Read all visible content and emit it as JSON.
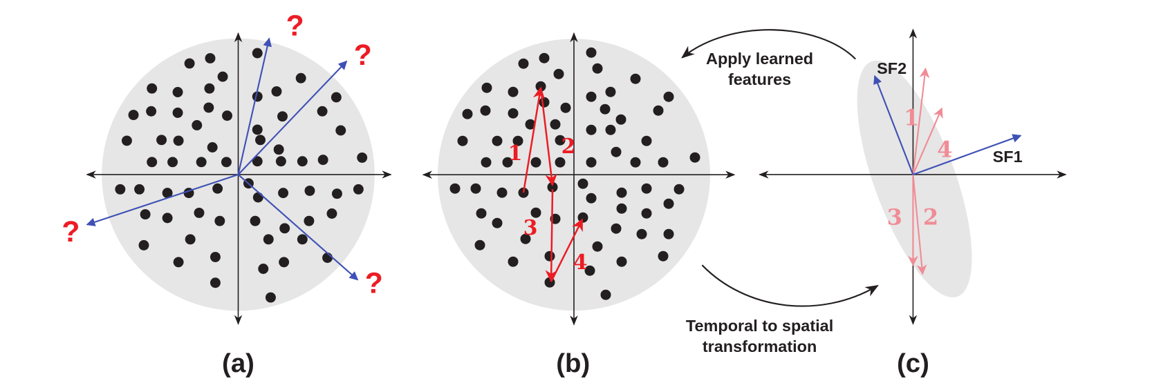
{
  "panels": {
    "a": {
      "caption": "(a)",
      "question_marks": [
        "?",
        "?",
        "?",
        "?"
      ]
    },
    "b": {
      "caption": "(b)",
      "steps": [
        "1",
        "2",
        "3",
        "4"
      ]
    },
    "c": {
      "caption": "(c)",
      "steps": [
        "1",
        "2",
        "3",
        "4"
      ],
      "vector_labels": {
        "sf1": "SF1",
        "sf2": "SF2"
      }
    }
  },
  "annotations": {
    "apply": [
      "Apply learned",
      "features"
    ],
    "temporal": [
      "Temporal to spatial",
      "transformation"
    ]
  },
  "colors": {
    "blue": "#3f51b5",
    "red": "#ec1c24",
    "pink": "#f08c96",
    "disk": "#e6e6e6",
    "axis": "#231f20"
  }
}
